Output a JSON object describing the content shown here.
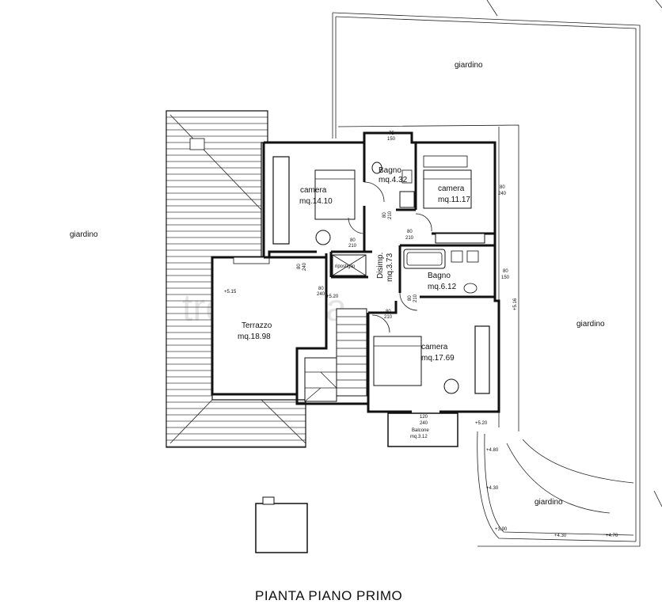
{
  "title": "PIANTA PIANO PRIMO",
  "watermark": "trovacasa",
  "gardens": {
    "top": "giardino",
    "left": "giardino",
    "right": "giardino",
    "bottom_right": "giardino"
  },
  "rooms": {
    "camera_1": {
      "name": "camera",
      "area": "mq.14.10"
    },
    "bagno_1": {
      "name": "Bagno",
      "area": "mq.4.32"
    },
    "camera_2": {
      "name": "camera",
      "area": "mq.11.17"
    },
    "disimp": {
      "name": "Disimp.",
      "area": "mq.3.73"
    },
    "bagno_2": {
      "name": "Bagno",
      "area": "mq.6.12"
    },
    "terrazzo": {
      "name": "Terrazzo",
      "area": "mq.18.98"
    },
    "camera_3": {
      "name": "camera",
      "area": "mq.17.69"
    },
    "balcone": {
      "name": "Balcone",
      "area": "mq.3.12"
    },
    "ripostiglio": {
      "name": "ripostiglio"
    }
  },
  "door_sizes": {
    "d1": [
      "80",
      "210"
    ],
    "d2": [
      "80",
      "210"
    ],
    "d3": [
      "80",
      "210"
    ],
    "d4": [
      "80",
      "210"
    ],
    "d5": [
      "80",
      "210"
    ],
    "w1": [
      "75",
      "150"
    ],
    "w2": [
      "80",
      "240"
    ],
    "w3": [
      "80",
      "150"
    ],
    "w4": [
      "80",
      "240"
    ],
    "w5": [
      "80",
      "240"
    ],
    "w6": [
      "120",
      "240"
    ]
  },
  "levels": {
    "l1": "+5.15",
    "l2": "+5.20",
    "l3": "+5.16",
    "l4": "+5.20",
    "l5": "+4.80",
    "l6": "+4.30",
    "l7": "+3.90",
    "l8": "+4.30",
    "l9": "+4.70"
  },
  "colors": {
    "line": "#111111",
    "background": "#ffffff",
    "watermark": "#e4e4e4"
  }
}
